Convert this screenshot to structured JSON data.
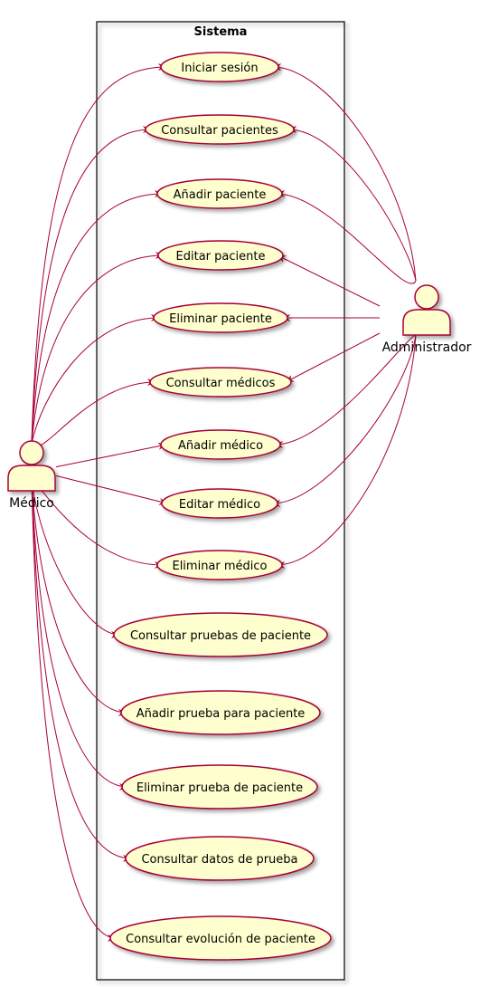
{
  "system": {
    "title": "Sistema"
  },
  "actors": {
    "medico": {
      "label": "Médico"
    },
    "administrador": {
      "label": "Administrador"
    }
  },
  "use_cases": [
    {
      "id": "iniciar-sesion",
      "label": "Iniciar sesión",
      "actors": [
        "medico",
        "administrador"
      ]
    },
    {
      "id": "consultar-pacientes",
      "label": "Consultar pacientes",
      "actors": [
        "medico",
        "administrador"
      ]
    },
    {
      "id": "anadir-paciente",
      "label": "Añadir paciente",
      "actors": [
        "medico",
        "administrador"
      ]
    },
    {
      "id": "editar-paciente",
      "label": "Editar paciente",
      "actors": [
        "medico",
        "administrador"
      ]
    },
    {
      "id": "eliminar-paciente",
      "label": "Eliminar paciente",
      "actors": [
        "medico",
        "administrador"
      ]
    },
    {
      "id": "consultar-medicos",
      "label": "Consultar médicos",
      "actors": [
        "medico",
        "administrador"
      ]
    },
    {
      "id": "anadir-medico",
      "label": "Añadir médico",
      "actors": [
        "medico",
        "administrador"
      ]
    },
    {
      "id": "editar-medico",
      "label": "Editar médico",
      "actors": [
        "medico",
        "administrador"
      ]
    },
    {
      "id": "eliminar-medico",
      "label": "Eliminar médico",
      "actors": [
        "medico",
        "administrador"
      ]
    },
    {
      "id": "consultar-pruebas-paciente",
      "label": "Consultar pruebas de paciente",
      "actors": [
        "medico"
      ]
    },
    {
      "id": "anadir-prueba-paciente",
      "label": "Añadir prueba para paciente",
      "actors": [
        "medico"
      ]
    },
    {
      "id": "eliminar-prueba-paciente",
      "label": "Eliminar prueba de paciente",
      "actors": [
        "medico"
      ]
    },
    {
      "id": "consultar-datos-prueba",
      "label": "Consultar datos de prueba",
      "actors": [
        "medico"
      ]
    },
    {
      "id": "consultar-evolucion-paciente",
      "label": "Consultar evolución de paciente",
      "actors": [
        "medico"
      ]
    }
  ],
  "colors": {
    "usecase_fill": "#FEFECE",
    "usecase_stroke": "#A80036",
    "arrow": "#A80036",
    "system_stroke": "#000000"
  }
}
